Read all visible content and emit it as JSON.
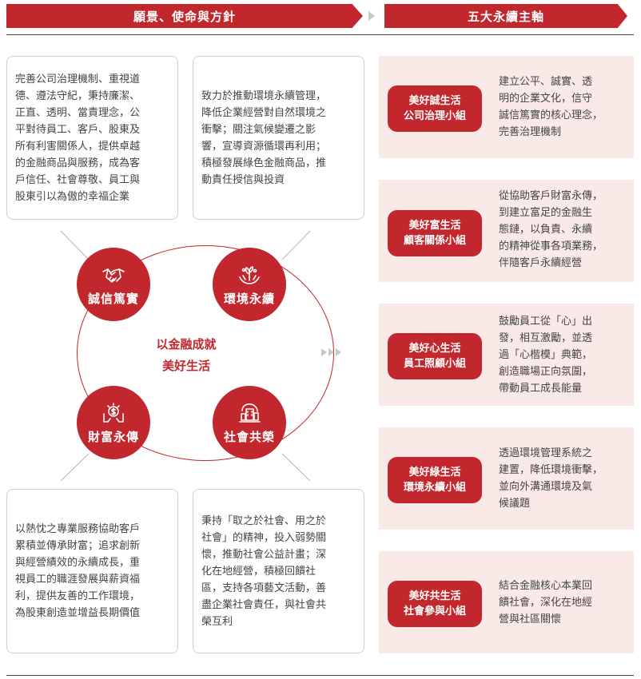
{
  "header": {
    "left_title": "願景、使命與方針",
    "right_title": "五大永續主軸"
  },
  "boxes": {
    "top_left": [
      "完善公司治理機制、重視道",
      "德、遵法守紀，秉持廉潔、",
      "正直、透明、當責理念，公",
      "平對待員工、客戶、股東及",
      "所有利害關係人，提供卓越",
      "的金融商品與服務，成為客",
      "戶信任、社會尊敬、員工與",
      "股東引以為傲的幸福企業"
    ],
    "top_right": [
      "致力於推動環境永續管理，",
      "降低企業經營對自然環境之",
      "衝擊；關注氣候變遷之影",
      "響，宣導資源循環再利用；",
      "積極發展綠色金融商品，推",
      "動責任授信與投資"
    ],
    "bottom_left": [
      "以熱忱之專業服務協助客戶",
      "累積並傳承財富；追求創新",
      "與經營績效的永續成長，重",
      "視員工的職涯發展與薪資福",
      "利，提供友善的工作環境，",
      "為股東創造並增益長期價值"
    ],
    "bottom_right": [
      "秉持「取之於社會、用之於",
      "社會」的精神，投入弱勢關",
      "懷，推動社會公益計畫；深",
      "化在地經營，積極回饋社",
      "區，支持各項藝文活動，善",
      "盡企業社會責任，與社會共",
      "榮互利"
    ]
  },
  "circles": {
    "integrity": {
      "label": "誠信篤實",
      "icon": "handshake-icon"
    },
    "environment": {
      "label": "環境永續",
      "icon": "plant-hands-icon"
    },
    "wealth": {
      "label": "財富永傳",
      "icon": "money-hands-icon"
    },
    "society": {
      "label": "社會共榮",
      "icon": "community-building-icon"
    }
  },
  "center": {
    "line1": "以金融成就",
    "line2": "美好生活"
  },
  "pillars": [
    {
      "tag1": "美好誠生活",
      "tag2": "公司治理小組",
      "desc": [
        "建立公平、誠實、透",
        "明的企業文化，信守",
        "誠信篤實的核心理念，",
        "完善治理機制"
      ]
    },
    {
      "tag1": "美好富生活",
      "tag2": "顧客關係小組",
      "desc": [
        "從協助客戶財富永傳，",
        "到建立富足的金融生",
        "態鏈，以負責、永續",
        "的精神從事各項業務，",
        "伴隨客戶永續經營"
      ]
    },
    {
      "tag1": "美好心生活",
      "tag2": "員工照顧小組",
      "desc": [
        "鼓勵員工從「心」出",
        "發，相互激勵，並透",
        "過「心楷模」典範，",
        "創造職場正向氛圍，",
        "帶動員工成長能量"
      ]
    },
    {
      "tag1": "美好綠生活",
      "tag2": "環境永續小組",
      "desc": [
        "透過環境管理系統之",
        "建置，降低環境衝擊，",
        "並向外溝通環境及氣",
        "候議題"
      ]
    },
    {
      "tag1": "美好共生活",
      "tag2": "社會參與小組",
      "desc": [
        "結合金融核心本業回",
        "饋社會，深化在地經",
        "營與社區關懷"
      ]
    }
  ],
  "colors": {
    "accent": "#c1272d",
    "panel": "#f9eae8",
    "arrow": "#c8c8c8"
  }
}
